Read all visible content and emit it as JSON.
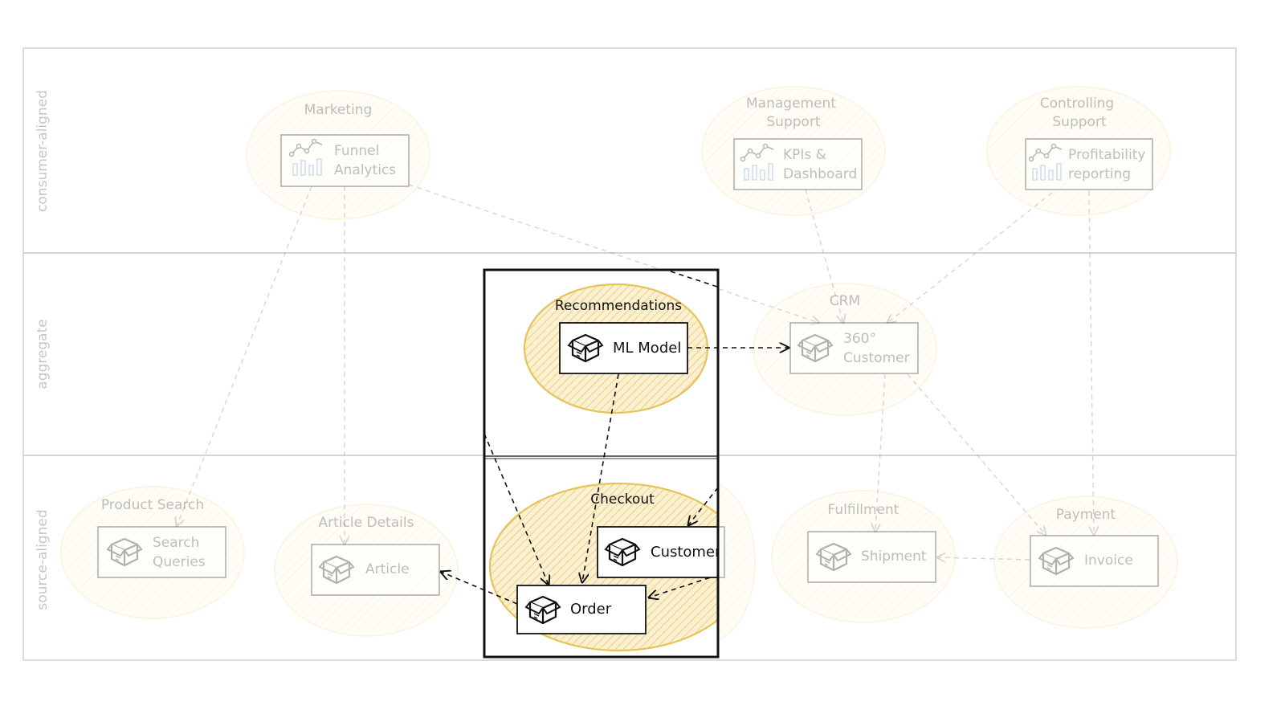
{
  "colors": {
    "domain_fill": "#f7e7b5",
    "domain_stroke": "#e8c25a",
    "lane_stroke": "#cfcfcf",
    "chart_icon_blue": "#7fb3e6",
    "dark": "#111111"
  },
  "lanes": {
    "consumer": "consumer-aligned",
    "aggregate": "aggregate",
    "source": "source-aligned"
  },
  "domains": {
    "marketing": "Marketing",
    "management": [
      "Management",
      "Support"
    ],
    "controlling": [
      "Controlling",
      "Support"
    ],
    "recommendations": "Recommendations",
    "crm": "CRM",
    "product_search": "Product Search",
    "article_details": "Article Details",
    "checkout": "Checkout",
    "fulfillment": "Fulfillment",
    "payment": "Payment"
  },
  "nodes": {
    "funnel": [
      "Funnel",
      "Analytics"
    ],
    "kpis": [
      "KPIs &",
      "Dashboard"
    ],
    "profitability": [
      "Profitability",
      "reporting"
    ],
    "ml_model": "ML Model",
    "customer360": [
      "360°",
      "Customer"
    ],
    "search_queries": [
      "Search",
      "Queries"
    ],
    "article": "Article",
    "customer": "Customer",
    "order": "Order",
    "shipment": "Shipment",
    "invoice": "Invoice"
  },
  "icons": {
    "chart": "chart-icon",
    "box": "box-icon"
  }
}
